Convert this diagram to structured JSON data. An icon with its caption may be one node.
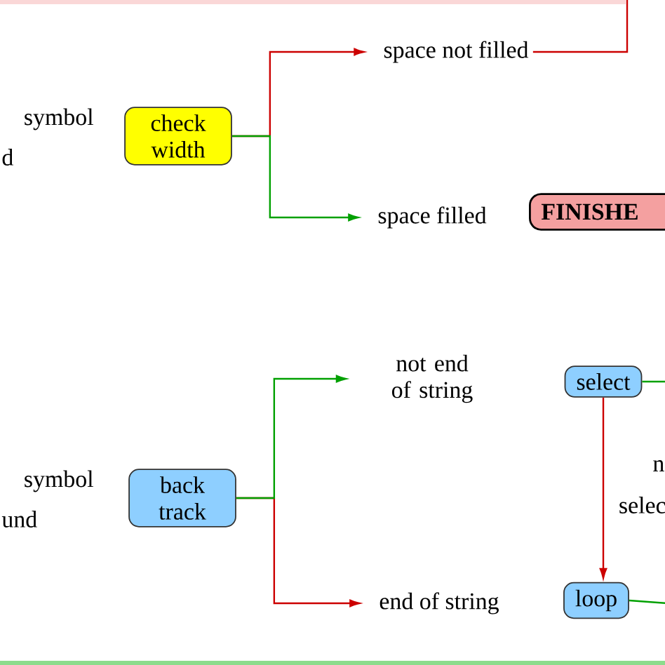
{
  "diagram": {
    "nodes": [
      {
        "text": [
          "check width"
        ]
      },
      {
        "text": [
          "space not filled"
        ]
      },
      {
        "text": [
          "space filled"
        ]
      },
      {
        "text": [
          "FINISHE"
        ]
      },
      {
        "text": [
          "back track"
        ]
      },
      {
        "text": [
          "not end of string"
        ]
      },
      {
        "text": [
          "end of string"
        ]
      },
      {
        "text": [
          "select"
        ]
      },
      {
        "text": [
          "loop"
        ]
      }
    ],
    "edges": [
      {
        "from": 0,
        "to": 1,
        "arrow": "to",
        "color": "#cc0000"
      },
      {
        "from": 0,
        "to": 2,
        "arrow": "to",
        "color": "#00a000"
      },
      {
        "from": 4,
        "to": 6,
        "arrow": "to",
        "color": "#cc0000"
      },
      {
        "from": 4,
        "to": 5,
        "arrow": "to",
        "color": "#00a000"
      },
      {
        "from": 7,
        "to": 8,
        "arrow": "to",
        "color": "#cc0000"
      },
      {
        "from": 1,
        "to": null,
        "arrow": "none",
        "color": "#cc0000"
      },
      {
        "from": 7,
        "to": null,
        "arrow": "none",
        "color": "#00a000"
      },
      {
        "from": 8,
        "to": null,
        "arrow": "none",
        "color": "#00a000"
      }
    ],
    "labels": [
      "symbol",
      "d",
      "symbol",
      "und",
      "n",
      "selec"
    ]
  }
}
